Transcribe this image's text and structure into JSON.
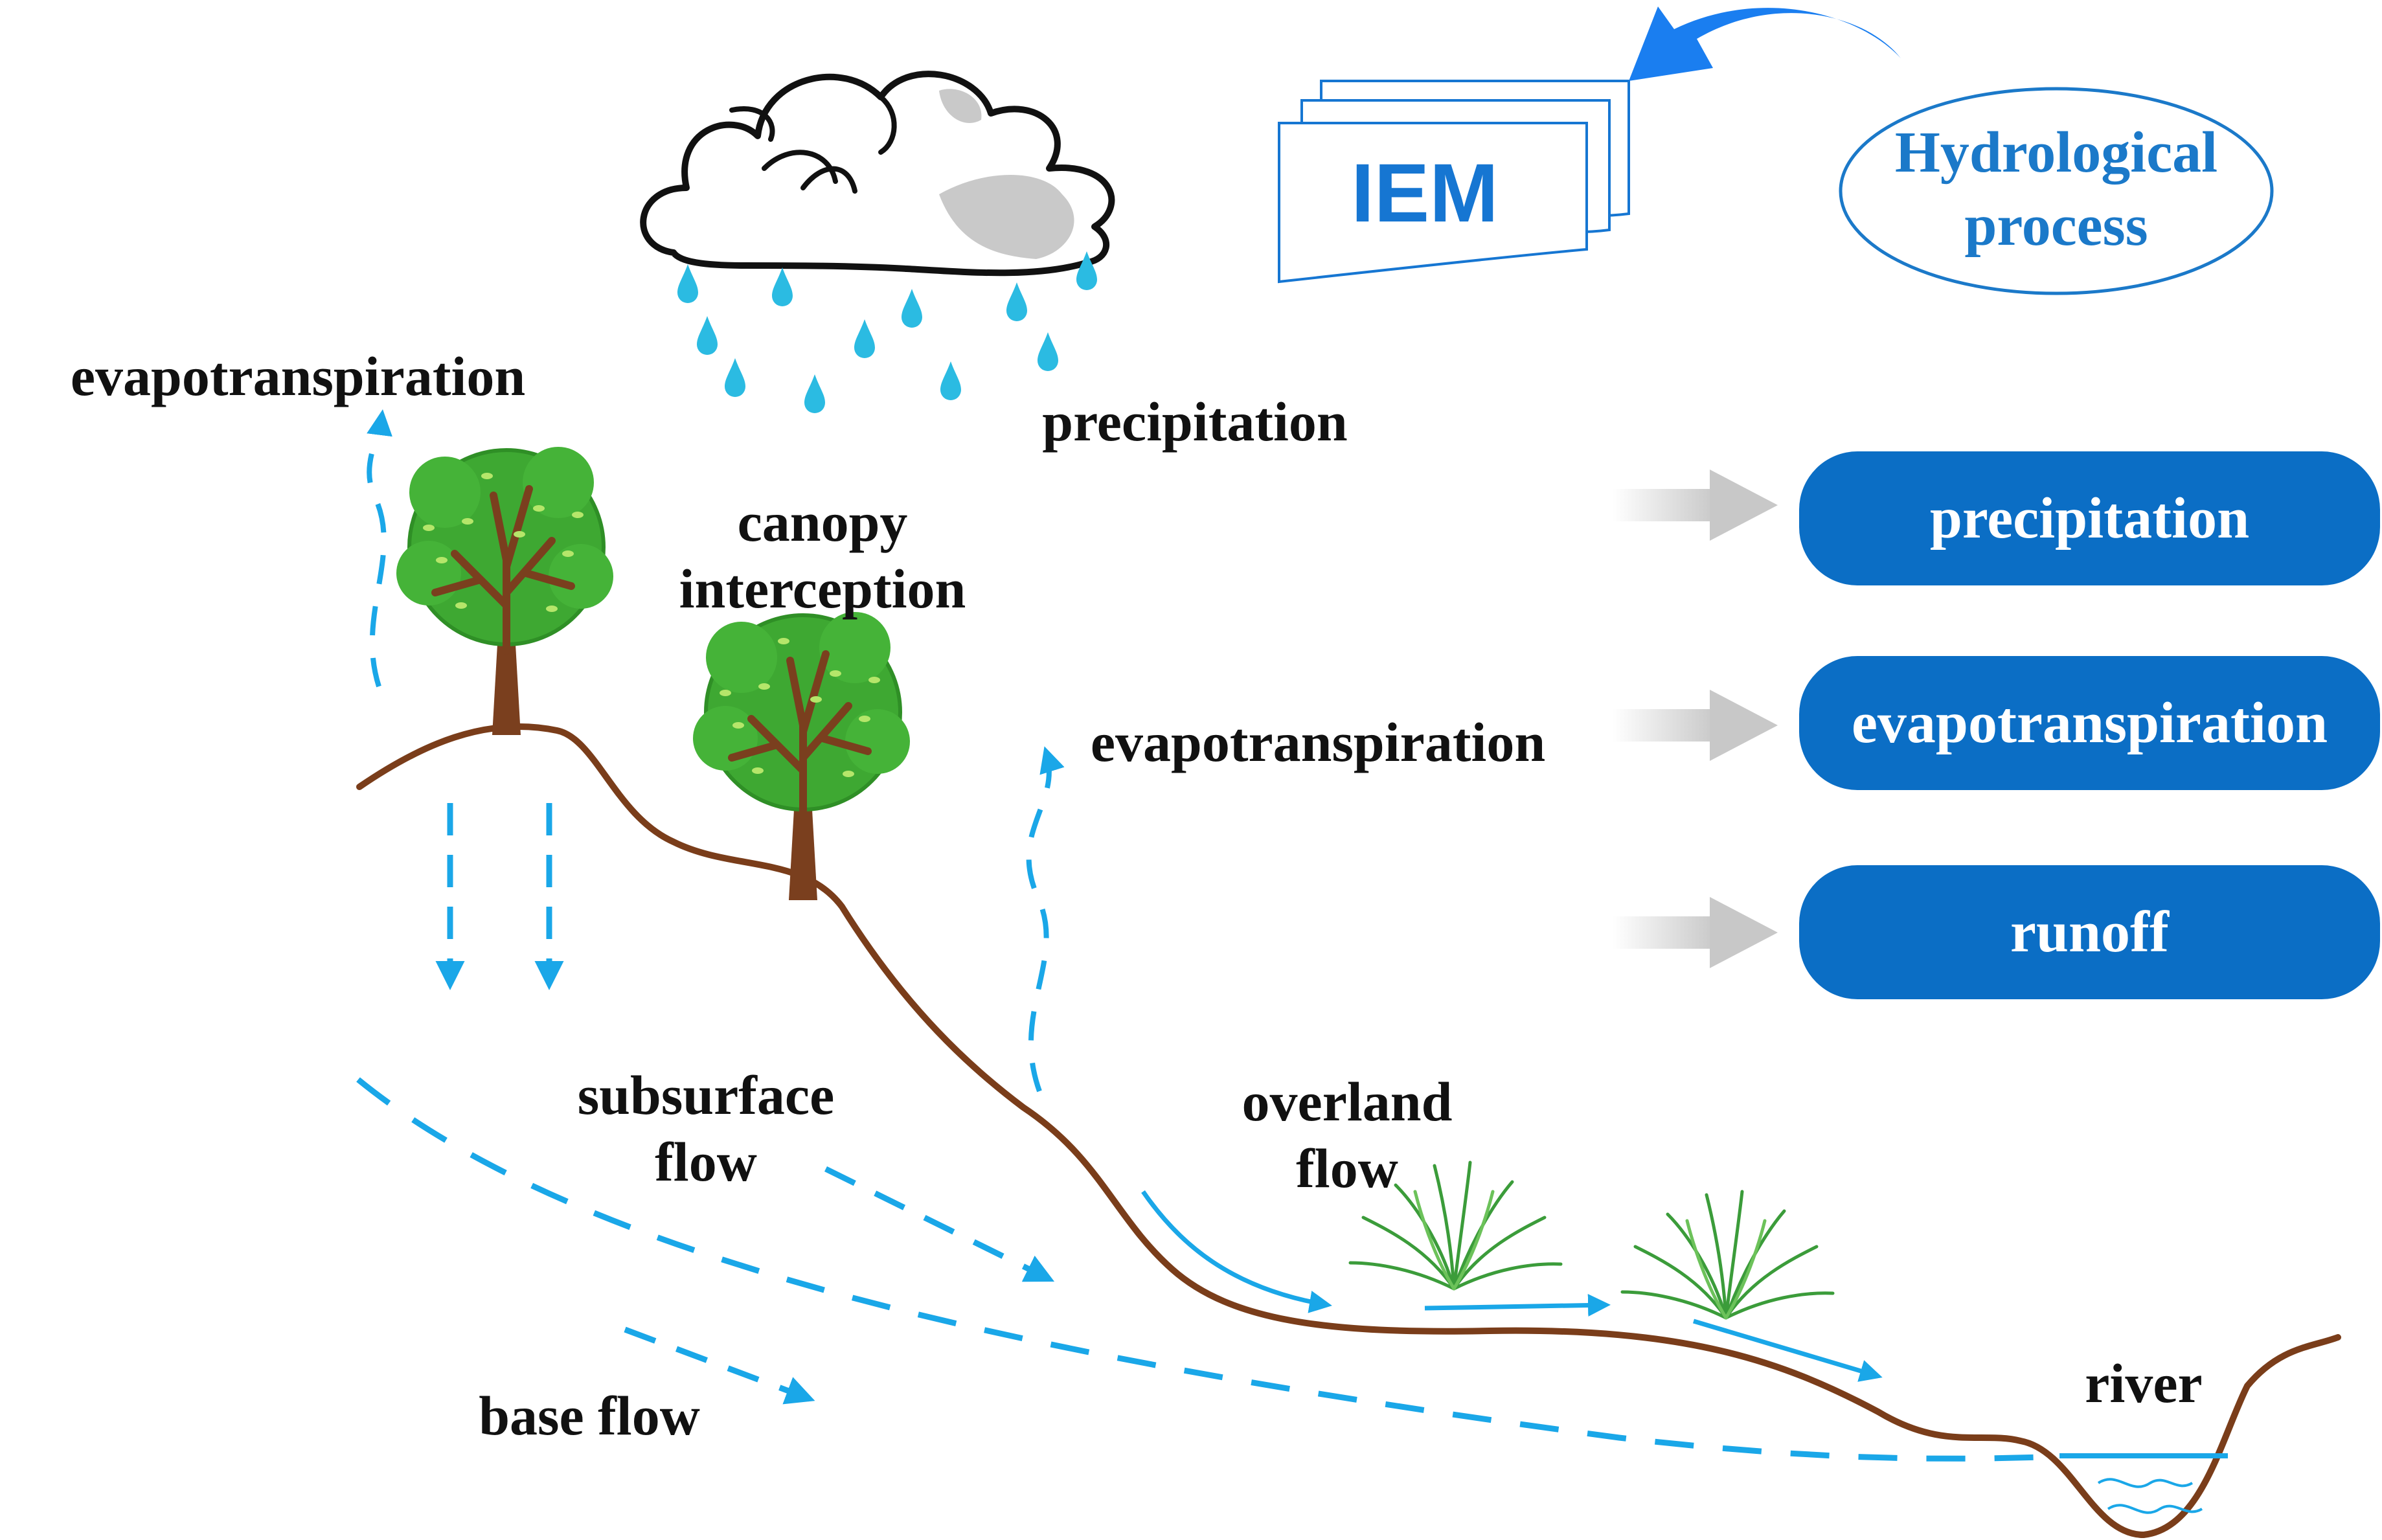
{
  "labels": {
    "evapotranspiration_left": "evapotranspiration",
    "precipitation_top": "precipitation",
    "canopy_interception_line1": "canopy",
    "canopy_interception_line2": "interception",
    "evapotranspiration_mid": "evapotranspiration",
    "subsurface_flow_line1": "subsurface",
    "subsurface_flow_line2": "flow",
    "overland_flow_line1": "overland",
    "overland_flow_line2": "flow",
    "base_flow": "base flow",
    "river": "river"
  },
  "iem": {
    "label": "IEM"
  },
  "hydrological_process": {
    "line1": "Hydrological",
    "line2": "process"
  },
  "outputs": [
    "precipitation",
    "evapotranspiration",
    "runoff"
  ],
  "colors": {
    "water": "#1aa7e8",
    "soil": "#7a3d1a",
    "pill": "#0b6ec5",
    "iem_text": "#1676d2",
    "process_border": "#1b79c9",
    "arrow_gray": "#c8c8c8",
    "tree_leaf": "#3ea832",
    "tree_trunk": "#7a3f1e"
  },
  "icons": [
    "cloud-icon",
    "raindrop-icon",
    "tree-icon",
    "grass-icon",
    "curved-arrow-icon",
    "document-stack-icon"
  ]
}
